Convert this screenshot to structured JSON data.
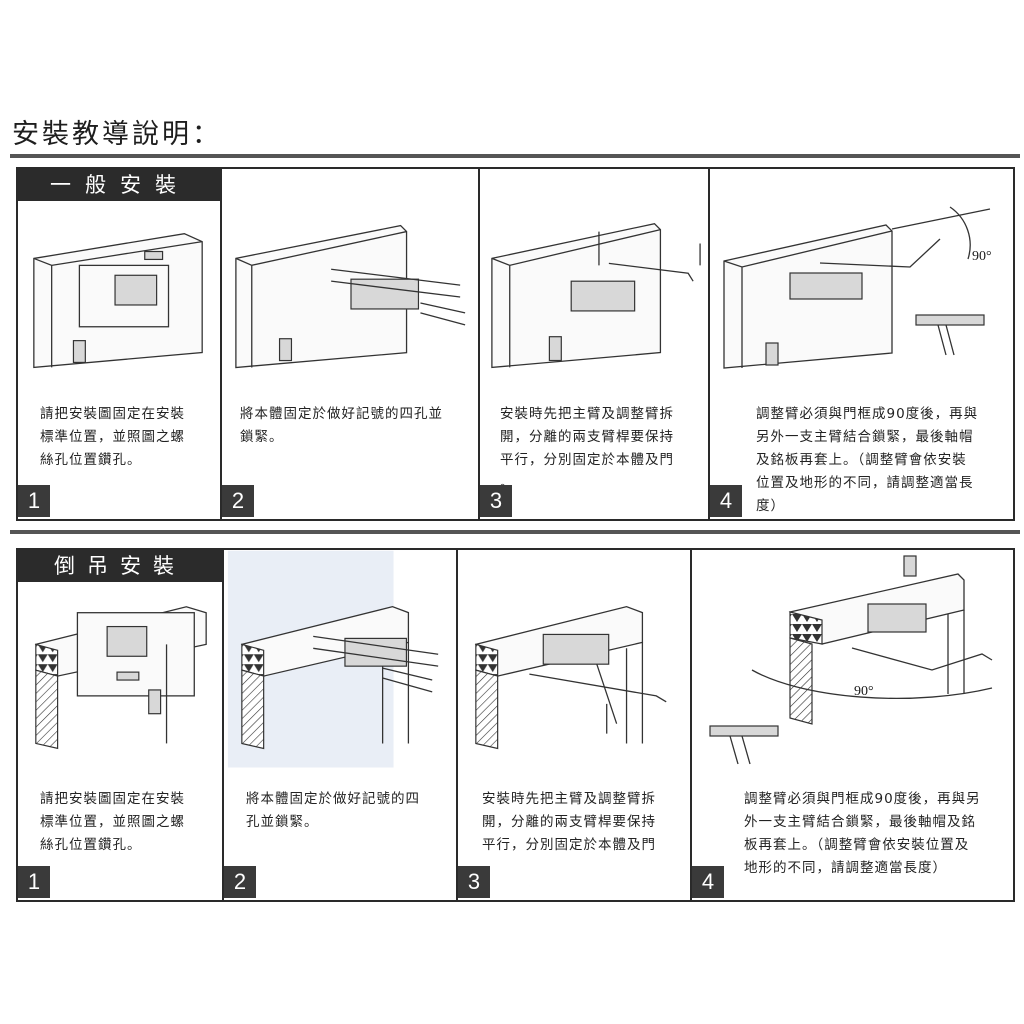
{
  "title": "安裝教導說明：",
  "sections": [
    {
      "label": "一般安裝",
      "steps": [
        {
          "num": "1",
          "text": [
            "請把安裝圖固定在安裝",
            "標準位置，並照圖之螺",
            "絲孔位置鑽孔。"
          ]
        },
        {
          "num": "2",
          "text": [
            "將本體固定於做好記號的四孔並",
            "鎖緊。"
          ]
        },
        {
          "num": "3",
          "text": [
            "安裝時先把主臂及調整臂拆",
            "開，分離的兩支臂桿要保持",
            "平行，分別固定於本體及門",
            "。"
          ]
        },
        {
          "num": "4",
          "text": [
            "調整臂必須與門框成90度後，再與",
            "另外一支主臂結合鎖緊，最後軸帽",
            "及銘板再套上。（調整臂會依安裝",
            "位置及地形的不同，請調整適當長",
            "度）"
          ],
          "angle": "90°"
        }
      ]
    },
    {
      "label": "倒吊安裝",
      "steps": [
        {
          "num": "1",
          "text": [
            "請把安裝圖固定在安裝",
            "標準位置，並照圖之螺",
            "絲孔位置鑽孔。"
          ]
        },
        {
          "num": "2",
          "text": [
            "將本體固定於做好記號的四",
            "孔並鎖緊。"
          ]
        },
        {
          "num": "3",
          "text": [
            "安裝時先把主臂及調整臂拆",
            "開，分離的兩支臂桿要保持",
            "平行，分別固定於本體及門",
            "。"
          ]
        },
        {
          "num": "4",
          "text": [
            "調整臂必須與門框成90度後，再與另",
            "外一支主臂結合鎖緊，最後軸帽及銘",
            "板再套上。（調整臂會依安裝位置及",
            "地形的不同，請調整適當長度）"
          ],
          "angle": "90°"
        }
      ]
    }
  ]
}
